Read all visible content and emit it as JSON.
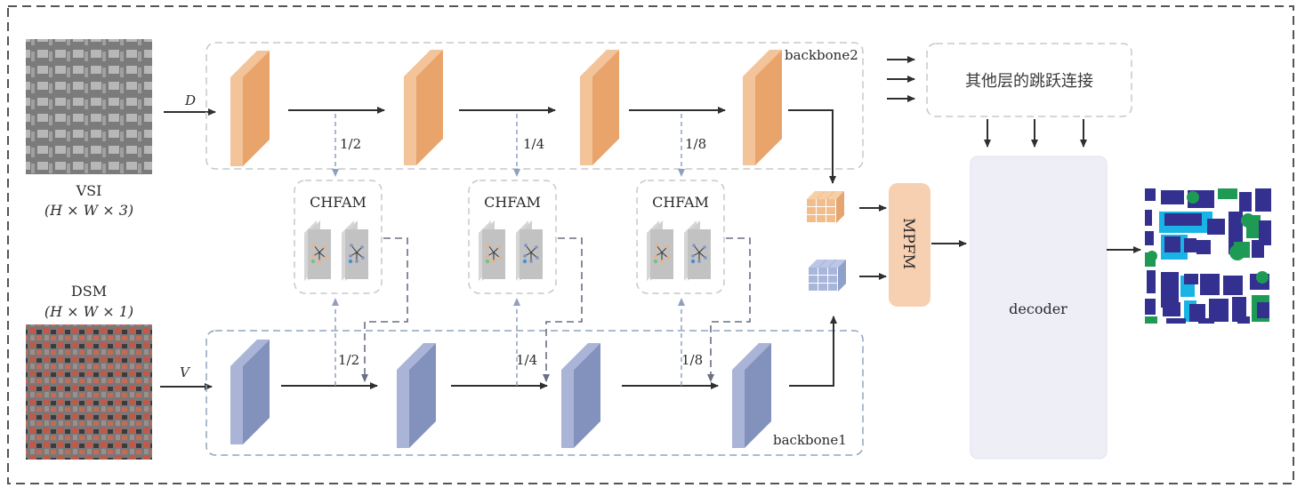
{
  "inputs": {
    "vsi": {
      "name": "VSI",
      "shape": "(H × W × 3)",
      "arrow_label": "D"
    },
    "dsm": {
      "name": "DSM",
      "shape": "(H × W × 1)",
      "arrow_label": "V"
    }
  },
  "backbones": {
    "top": {
      "label": "backbone2",
      "color": "#e9a46c",
      "highlight": "#f3c39a"
    },
    "bottom": {
      "label": "backbone1",
      "color": "#8392bd",
      "highlight": "#a9b4d6"
    }
  },
  "scales": [
    "1/2",
    "1/4",
    "1/8"
  ],
  "fusion_modules": [
    {
      "label": "CHFAM"
    },
    {
      "label": "CHFAM"
    },
    {
      "label": "CHFAM"
    }
  ],
  "skip_connections": {
    "label": "其他层的跳跃连接"
  },
  "mpfm": {
    "label": "MPFM",
    "color": "#f7cfb1"
  },
  "decoder": {
    "label": "decoder",
    "color": "#eeeef7"
  },
  "output": {
    "name": "segmentation-map"
  },
  "colors": {
    "arrow": "#2f2f2f",
    "dashed_blue": "#8fa6bd",
    "dashed_gray": "#c8c8c8",
    "seg_building": "#33308f",
    "seg_low_veg": "#19b4e6",
    "seg_tree": "#1f9a55"
  }
}
